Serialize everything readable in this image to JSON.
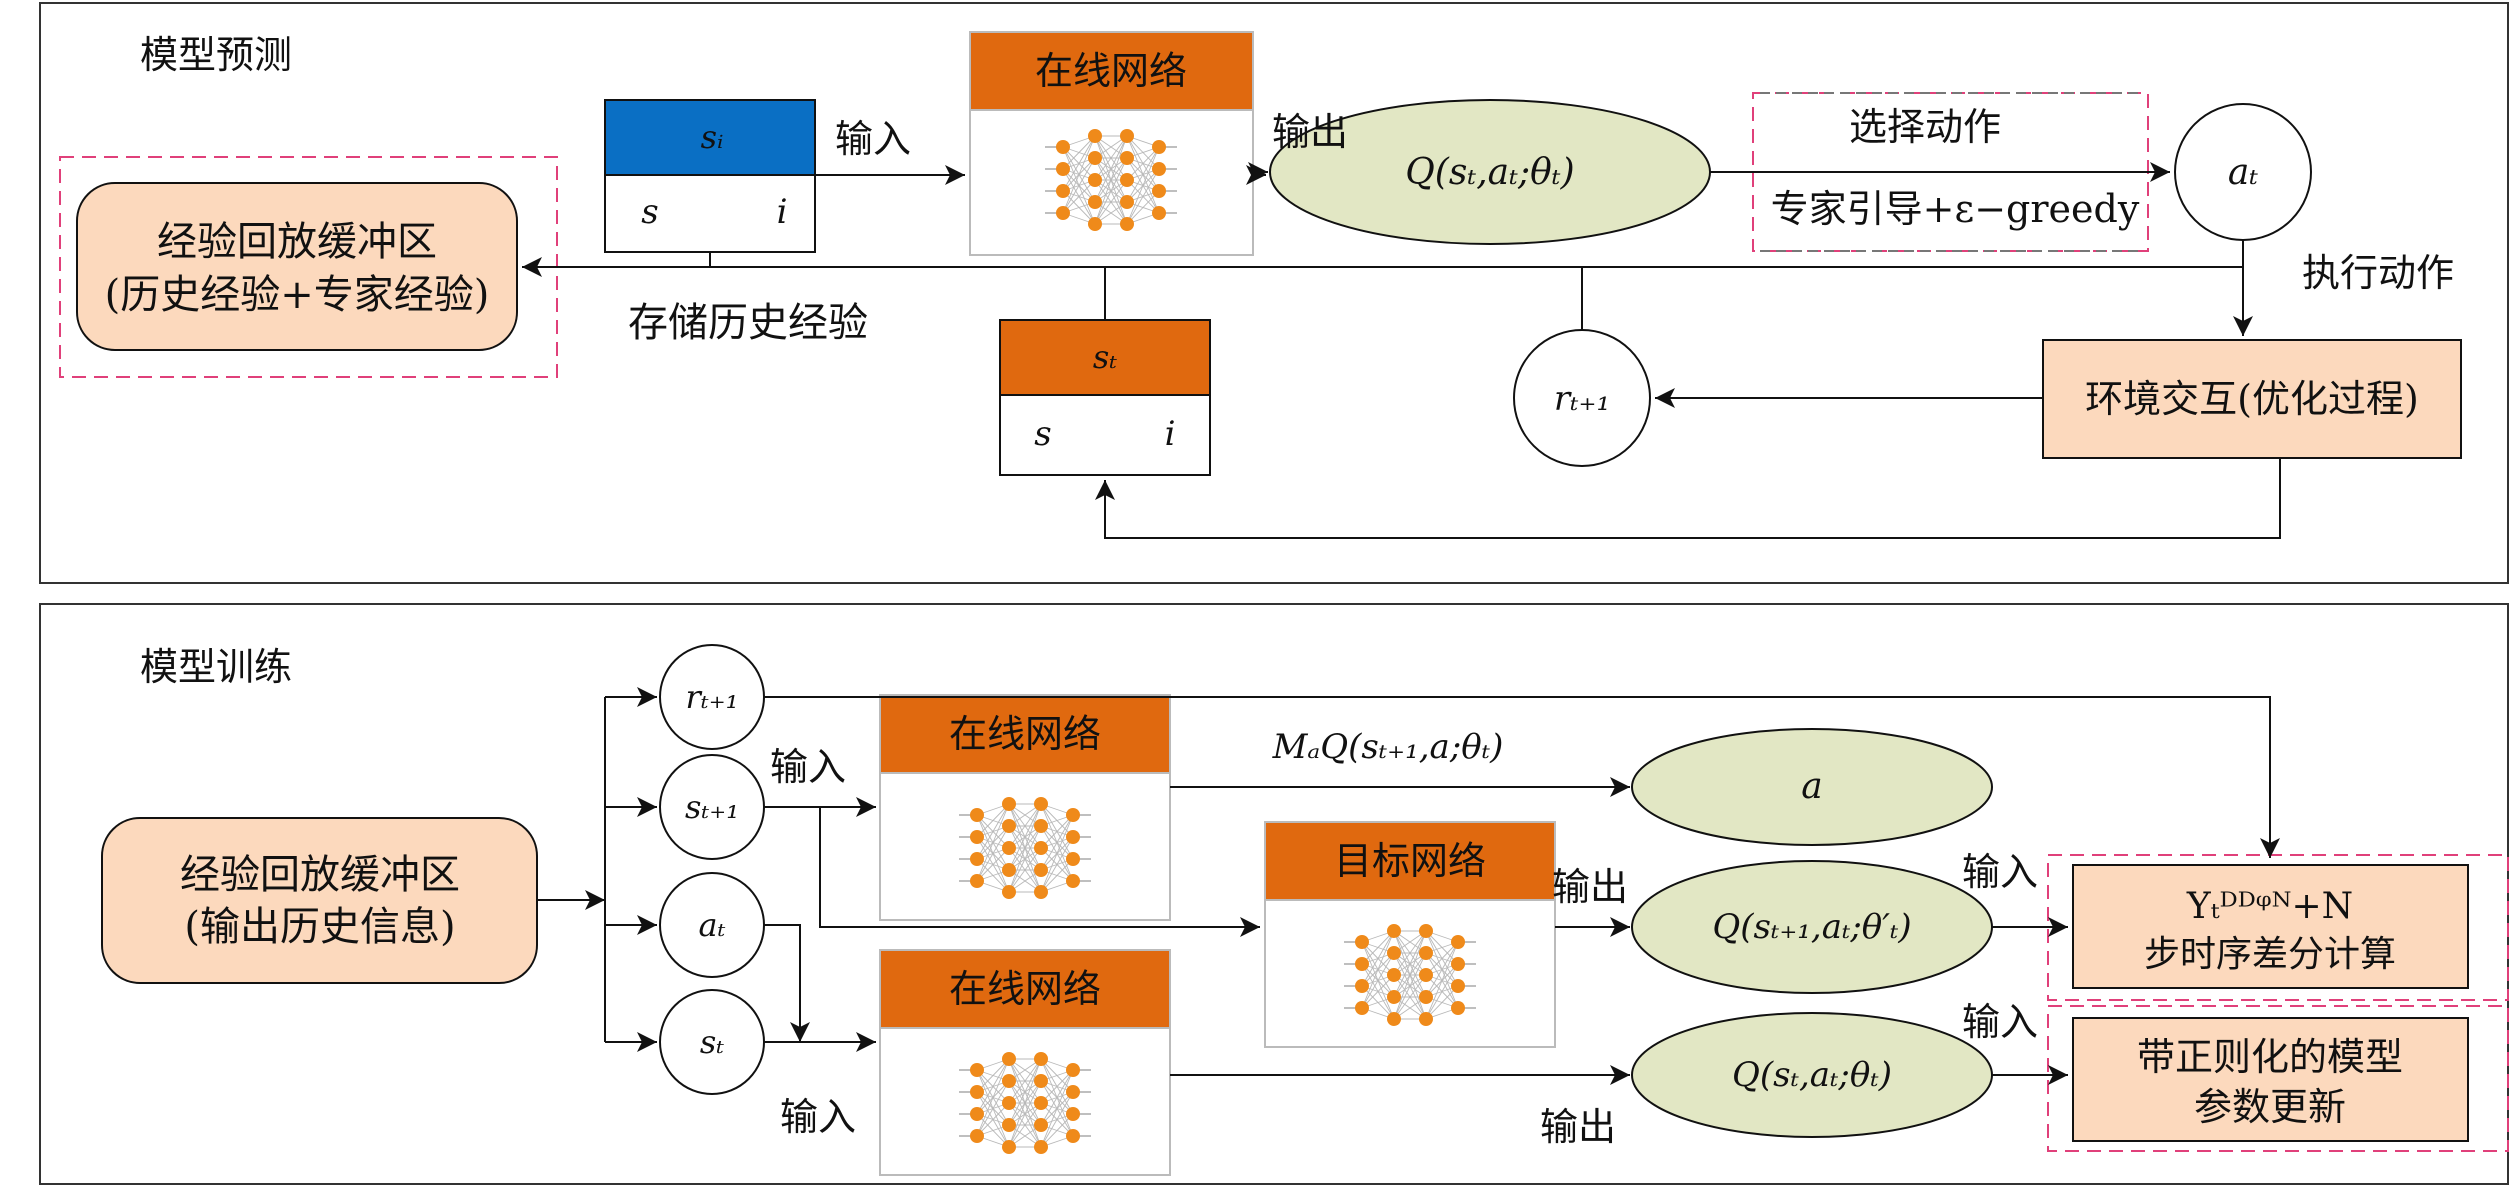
{
  "colors": {
    "orange_header": "#e0690f",
    "peach_fill": "#fcd9bd",
    "blue_header": "#0a6fc4",
    "ellipse_fill": "#e2e7c4",
    "dashed_border": "#e0407a",
    "neuron": "#ef8a1a"
  },
  "top": {
    "section_title": "模型预测",
    "replay_buffer": {
      "line1": "经验回放缓冲区",
      "line2": "(历史经验+专家经验)"
    },
    "state_box_blue": {
      "header": "sᵢ",
      "left": "s",
      "right": "i"
    },
    "state_box_orange": {
      "header": "sₜ",
      "left": "s",
      "right": "i"
    },
    "online_network": "在线网络",
    "q_value": "Q(sₜ,aₜ;θₜ)",
    "action_select": {
      "line1": "选择动作",
      "line2": "专家引导+ε−greedy"
    },
    "action": "aₜ",
    "reward": "rₜ₊₁",
    "environment": "环境交互(优化过程)",
    "labels": {
      "input": "输入",
      "output": "输出",
      "execute_action": "执行动作",
      "store_history": "存储历史经验"
    }
  },
  "bottom": {
    "section_title": "模型训练",
    "replay_buffer": {
      "line1": "经验回放缓冲区",
      "line2": "(输出历史信息)"
    },
    "samples": {
      "reward": "rₜ₊₁",
      "next_state": "sₜ₊₁",
      "action": "aₜ",
      "state": "sₜ"
    },
    "online_network_upper": "在线网络",
    "online_network_lower": "在线网络",
    "target_network": "目标网络",
    "max_q_label": "MₐQ(sₜ₊₁,a;θₜ)",
    "a_ellipse": "a",
    "target_q": "Q(sₜ₊₁,aₜ;θ′ₜ)",
    "online_q": "Q(sₜ,aₜ;θₜ)",
    "ddqn_box": {
      "line1": "Yₜᴰᴰᵠᴺ+N",
      "line2": "步时序差分计算"
    },
    "update_box": {
      "line1": "带正则化的模型",
      "line2": "参数更新"
    },
    "labels": {
      "input_upper": "输入",
      "input_lower": "输入",
      "output_target": "输出",
      "output_online": "输出",
      "input_ddqn": "输入",
      "input_update": "输入"
    }
  }
}
